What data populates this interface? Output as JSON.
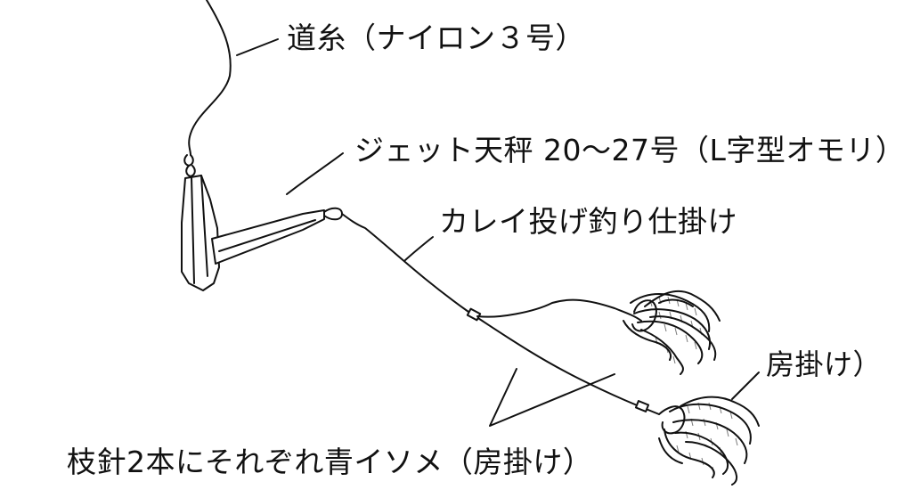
{
  "labels": {
    "main_line": "道糸（ナイロン３号）",
    "sinker": "ジェット天秤 20〜27号（L字型オモリ）",
    "rig": "カレイ投げ釣り仕掛け",
    "bait_right": "房掛け）",
    "bait_bottom": "枝針2本にそれぞれ青イソメ（房掛け）"
  },
  "colors": {
    "line": "#111111",
    "sinker_fill": "#ffffff"
  },
  "icons": {
    "sinker": "jet-tenbin-sinker",
    "hook": "fish-hook",
    "bait": "aoisome-worm-bunch"
  }
}
